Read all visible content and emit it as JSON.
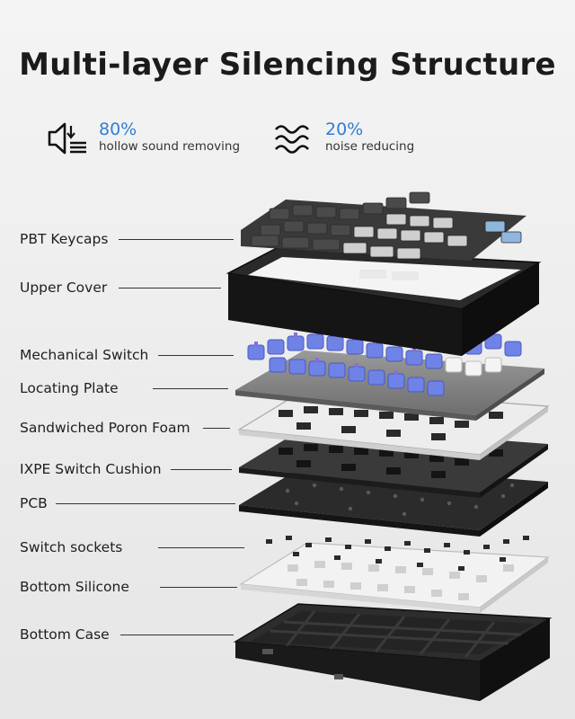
{
  "title": "Multi-layer Silencing Structure",
  "stats": [
    {
      "value": "80%",
      "description": "hollow sound removing",
      "icon": "speaker-muted-icon"
    },
    {
      "value": "20%",
      "description": "noise reducing",
      "icon": "sound-waves-icon"
    }
  ],
  "layers": [
    "PBT Keycaps",
    "Upper Cover",
    "Mechanical Switch",
    "Locating Plate",
    "Sandwiched Poron Foam",
    "IXPE Switch Cushion",
    "PCB",
    "Switch sockets",
    "Bottom Silicone",
    "Bottom Case"
  ],
  "colors": {
    "accent": "#2f7fd6",
    "keycap_dark": "#4a4a4a",
    "keycap_light": "#cfcfcf",
    "keycap_blue": "#8fb6dc",
    "switch_blue": "#6f82e6",
    "case_black": "#1f1f1f"
  }
}
